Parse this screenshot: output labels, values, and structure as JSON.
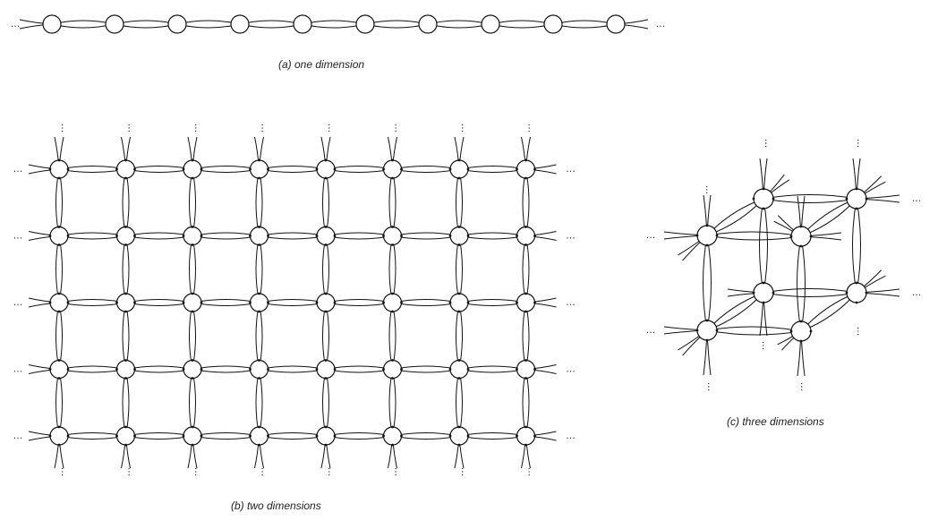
{
  "panels": {
    "one_d": {
      "caption": "(a) one dimension",
      "nodes": 10
    },
    "two_d": {
      "caption": "(b) two dimensions",
      "columns": 8,
      "rows": 5
    },
    "three_d": {
      "caption": "(c) three dimensions"
    }
  },
  "ellipsis": "...",
  "colors": {
    "stroke": "#111111",
    "background": "#ffffff"
  }
}
